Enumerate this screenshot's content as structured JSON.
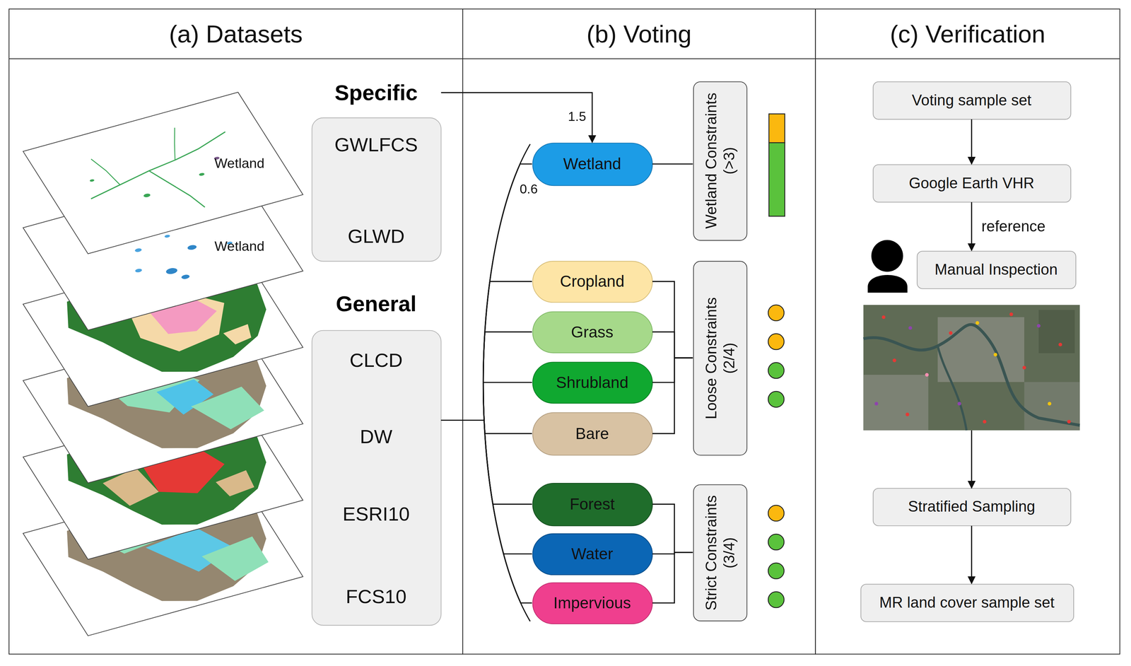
{
  "diagram": {
    "nodes": [
      {
        "text": [
          "(a) Datasets"
        ]
      },
      {
        "text": [
          "Specific",
          "GWLFCS",
          "GLWD"
        ],
        "in": 0
      },
      {
        "text": [
          "General",
          "CLCD",
          "DW",
          "ESRI10",
          "FCS10"
        ],
        "in": 0
      },
      {
        "text": [
          "(b) Voting"
        ]
      },
      {
        "text": [
          "Wetland"
        ],
        "in": 3
      },
      {
        "text": [
          "Cropland"
        ],
        "in": 3
      },
      {
        "text": [
          "Grass"
        ],
        "in": 3
      },
      {
        "text": [
          "Shrubland"
        ],
        "in": 3
      },
      {
        "text": [
          "Bare"
        ],
        "in": 3
      },
      {
        "text": [
          "Forest"
        ],
        "in": 3
      },
      {
        "text": [
          "Water"
        ],
        "in": 3
      },
      {
        "text": [
          "Impervious"
        ],
        "in": 3
      },
      {
        "text": [
          "Wetland Constraints (>3)"
        ],
        "in": 3
      },
      {
        "text": [
          "Loose Constraints (2/4)"
        ],
        "in": 3
      },
      {
        "text": [
          "Strict Constraints (3/4)"
        ],
        "in": 3
      },
      {
        "text": [
          "(c) Verification"
        ]
      },
      {
        "text": [
          "Voting sample set"
        ],
        "in": 15
      },
      {
        "text": [
          "Google Earth VHR"
        ],
        "in": 15
      },
      {
        "text": [
          "Manual Inspection"
        ],
        "in": 15
      },
      {
        "text": [
          "Stratified Sampling"
        ],
        "in": 15
      },
      {
        "text": [
          "MR land cover sample set"
        ],
        "in": 15
      }
    ],
    "edges": [
      {
        "from": 1,
        "to": 4,
        "arrow": "to",
        "label": "1.5"
      },
      {
        "from": 2,
        "to": 4,
        "arrow": "none",
        "label": "0.6"
      },
      {
        "from": 2,
        "to": 5,
        "arrow": "none"
      },
      {
        "from": 2,
        "to": 6,
        "arrow": "none"
      },
      {
        "from": 2,
        "to": 7,
        "arrow": "none"
      },
      {
        "from": 2,
        "to": 8,
        "arrow": "none"
      },
      {
        "from": 2,
        "to": 9,
        "arrow": "none"
      },
      {
        "from": 2,
        "to": 10,
        "arrow": "none"
      },
      {
        "from": 2,
        "to": 11,
        "arrow": "none"
      },
      {
        "from": 4,
        "to": 12,
        "arrow": "none"
      },
      {
        "from": 5,
        "to": 13,
        "arrow": "none"
      },
      {
        "from": 6,
        "to": 13,
        "arrow": "none"
      },
      {
        "from": 7,
        "to": 13,
        "arrow": "none"
      },
      {
        "from": 8,
        "to": 13,
        "arrow": "none"
      },
      {
        "from": 9,
        "to": 14,
        "arrow": "none"
      },
      {
        "from": 10,
        "to": 14,
        "arrow": "none"
      },
      {
        "from": 11,
        "to": 14,
        "arrow": "none"
      },
      {
        "from": 16,
        "to": 17,
        "arrow": "to"
      },
      {
        "from": 17,
        "to": 18,
        "arrow": "to",
        "label": "reference"
      },
      {
        "from": 19,
        "to": 20,
        "arrow": "to"
      }
    ],
    "labels": [
      "Wetland",
      "Wetland"
    ]
  }
}
